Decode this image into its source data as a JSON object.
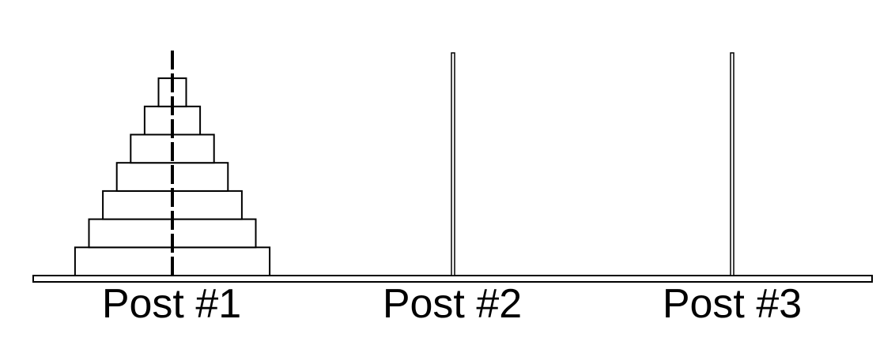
{
  "posts": [
    {
      "label": "Post #1",
      "disk_count": 7
    },
    {
      "label": "Post #2",
      "disk_count": 0
    },
    {
      "label": "Post #3",
      "disk_count": 0
    }
  ],
  "colors": {
    "stroke": "#000000",
    "fill": "#ffffff"
  }
}
